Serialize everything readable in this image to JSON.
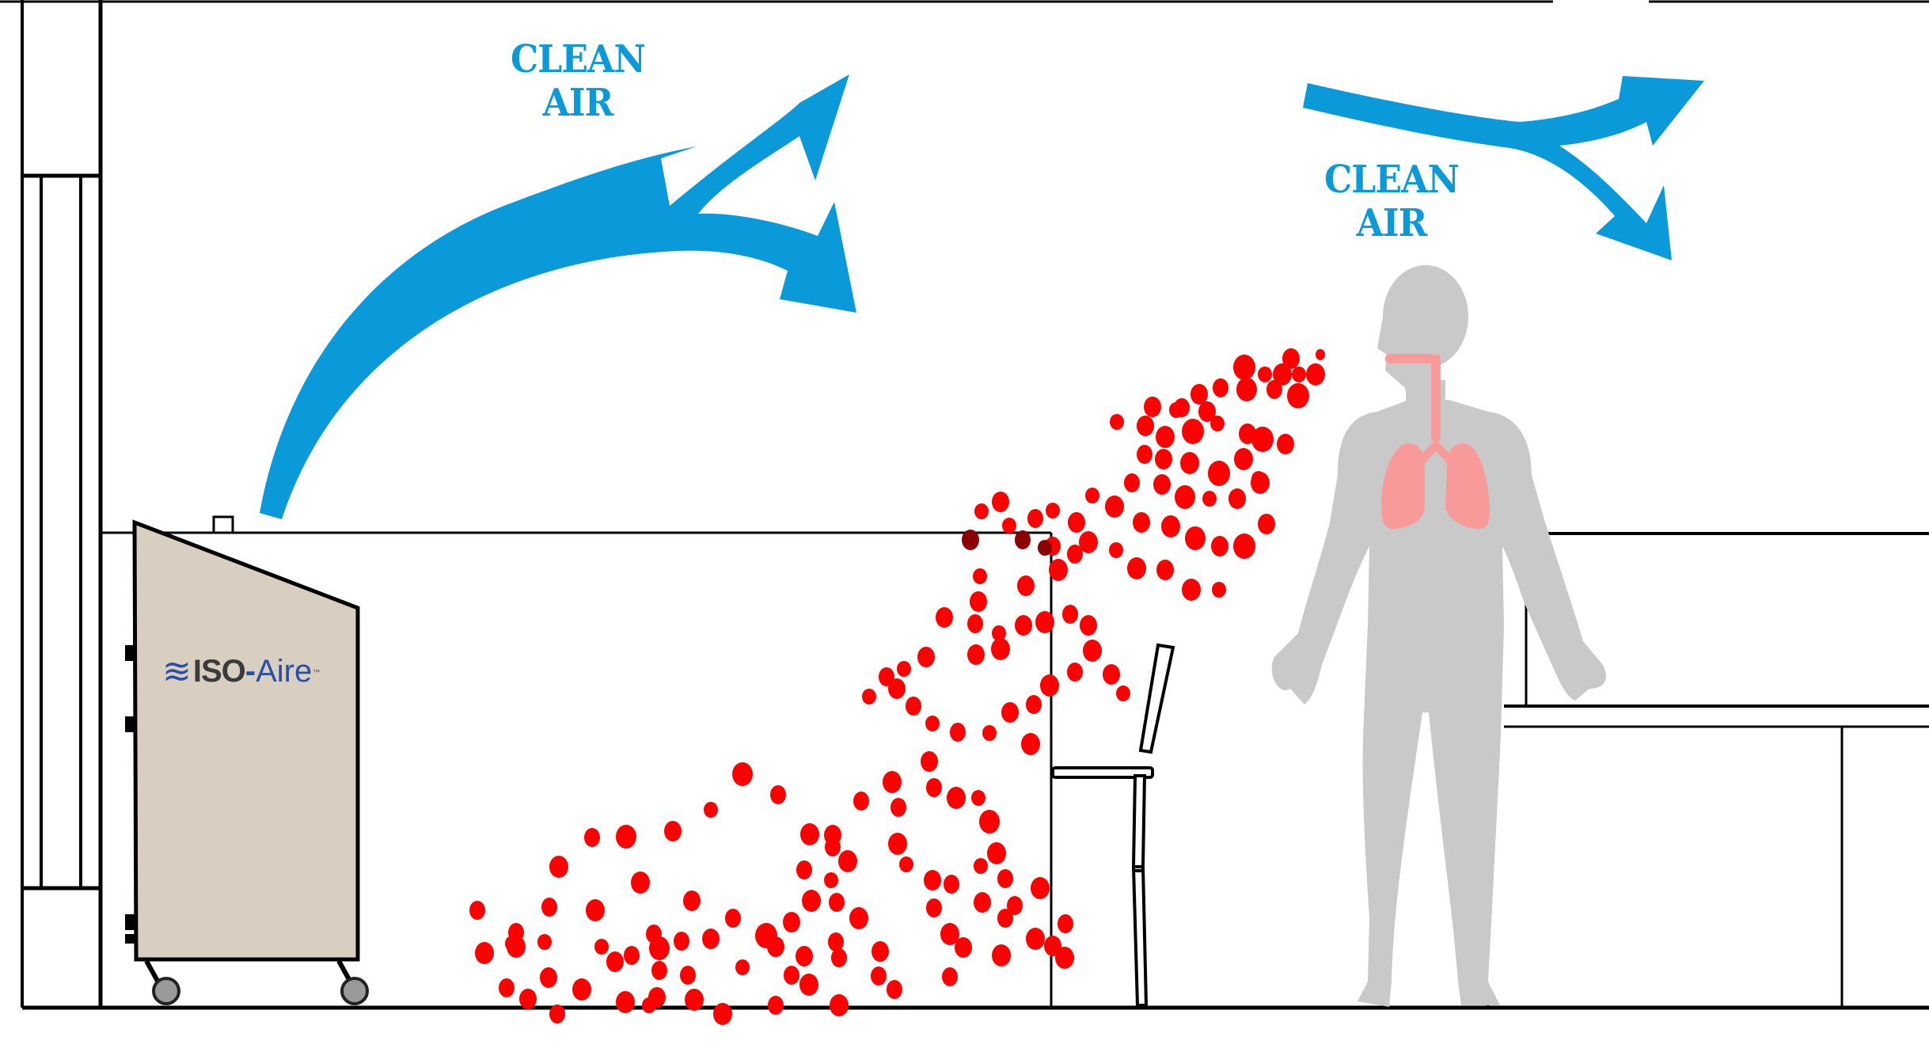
{
  "diagram": {
    "title": "ISO-Aire air purifier capturing exhaled droplets",
    "colors": {
      "airflow": "#0a9ad9",
      "droplet": "#ff0000",
      "droplet_dark": "#8b0000",
      "person": "#c9c9c9",
      "lungs": "#f99a9a",
      "unit_body": "#d9cfc0",
      "line": "#000000",
      "brand_blue": "#2a4ea0",
      "brand_gray": "#3b3b3b"
    },
    "labels": {
      "left": {
        "line1": "CLEAN",
        "line2": "AIR"
      },
      "right": {
        "line1": "CLEAN",
        "line2": "AIR"
      }
    },
    "unit": {
      "brand_waves": "≋",
      "brand_iso": "ISO",
      "brand_dash": "-",
      "brand_aire": "Aire",
      "brand_tm": "™"
    },
    "droplets": [
      [
        1572,
        464,
        14
      ],
      [
        1598,
        473,
        9
      ],
      [
        1620,
        473,
        12
      ],
      [
        1641,
        473,
        9
      ],
      [
        1662,
        473,
        12
      ],
      [
        1631,
        453,
        11
      ],
      [
        1668,
        448,
        6
      ],
      [
        1515,
        498,
        11
      ],
      [
        1542,
        490,
        10
      ],
      [
        1575,
        492,
        13
      ],
      [
        1610,
        492,
        10
      ],
      [
        1640,
        500,
        14
      ],
      [
        1493,
        515,
        10
      ],
      [
        1525,
        520,
        11
      ],
      [
        1456,
        514,
        11
      ],
      [
        1486,
        518,
        9
      ],
      [
        1447,
        538,
        11
      ],
      [
        1472,
        552,
        12
      ],
      [
        1507,
        545,
        14
      ],
      [
        1538,
        535,
        9
      ],
      [
        1576,
        548,
        11
      ],
      [
        1595,
        555,
        14
      ],
      [
        1624,
        561,
        11
      ],
      [
        1411,
        533,
        9
      ],
      [
        1446,
        574,
        10
      ],
      [
        1470,
        580,
        11
      ],
      [
        1503,
        585,
        12
      ],
      [
        1540,
        598,
        14
      ],
      [
        1571,
        580,
        12
      ],
      [
        1590,
        605,
        9
      ],
      [
        1430,
        610,
        10
      ],
      [
        1468,
        612,
        11
      ],
      [
        1497,
        628,
        13
      ],
      [
        1528,
        630,
        9
      ],
      [
        1563,
        630,
        11
      ],
      [
        1592,
        610,
        12
      ],
      [
        1380,
        626,
        9
      ],
      [
        1408,
        640,
        12
      ],
      [
        1442,
        660,
        11
      ],
      [
        1479,
        665,
        12
      ],
      [
        1510,
        680,
        13
      ],
      [
        1541,
        690,
        11
      ],
      [
        1572,
        690,
        14
      ],
      [
        1600,
        662,
        11
      ],
      [
        1330,
        645,
        9
      ],
      [
        1360,
        660,
        11
      ],
      [
        1375,
        685,
        12
      ],
      [
        1410,
        695,
        9
      ],
      [
        1436,
        718,
        12
      ],
      [
        1472,
        720,
        11
      ],
      [
        1505,
        745,
        12
      ],
      [
        1540,
        745,
        9
      ],
      [
        1358,
        700,
        10
      ],
      [
        1330,
        690,
        10
      ],
      [
        1296,
        740,
        11
      ],
      [
        1337,
        720,
        12
      ],
      [
        1240,
        646,
        9
      ],
      [
        1264,
        634,
        11
      ],
      [
        1275,
        664,
        9
      ],
      [
        1308,
        655,
        10
      ],
      [
        1238,
        728,
        9
      ],
      [
        1236,
        760,
        11
      ],
      [
        1262,
        800,
        9
      ],
      [
        1232,
        788,
        10
      ],
      [
        1193,
        780,
        11
      ],
      [
        1170,
        830,
        11
      ],
      [
        1142,
        845,
        9
      ],
      [
        1120,
        855,
        10
      ],
      [
        1098,
        880,
        9
      ],
      [
        1233,
        827,
        11
      ],
      [
        1264,
        820,
        12
      ],
      [
        1293,
        790,
        11
      ],
      [
        1320,
        786,
        12
      ],
      [
        1352,
        776,
        10
      ],
      [
        1375,
        790,
        11
      ],
      [
        1380,
        822,
        12
      ],
      [
        1404,
        852,
        11
      ],
      [
        1419,
        876,
        9
      ],
      [
        1358,
        849,
        10
      ],
      [
        1326,
        866,
        12
      ],
      [
        1306,
        890,
        10
      ],
      [
        1276,
        900,
        11
      ],
      [
        1302,
        940,
        12
      ],
      [
        1250,
        926,
        9
      ],
      [
        1210,
        925,
        10
      ],
      [
        1178,
        914,
        9
      ],
      [
        1154,
        892,
        10
      ],
      [
        1133,
        870,
        11
      ],
      [
        1174,
        962,
        11
      ],
      [
        1127,
        988,
        12
      ],
      [
        1088,
        1012,
        10
      ],
      [
        1023,
        1054,
        12
      ],
      [
        1052,
        1055,
        11
      ],
      [
        1071,
        1088,
        12
      ],
      [
        1016,
        1099,
        10
      ],
      [
        1050,
        1112,
        9
      ],
      [
        1025,
        1138,
        12
      ],
      [
        1134,
        1066,
        12
      ],
      [
        1145,
        1092,
        9
      ],
      [
        1178,
        1112,
        11
      ],
      [
        1180,
        1147,
        10
      ],
      [
        1202,
        1117,
        10
      ],
      [
        1239,
        1094,
        9
      ],
      [
        1259,
        1078,
        12
      ],
      [
        1241,
        1140,
        11
      ],
      [
        1270,
        1160,
        10
      ],
      [
        1308,
        1186,
        12
      ],
      [
        1330,
        1195,
        11
      ],
      [
        1346,
        1167,
        10
      ],
      [
        1345,
        1210,
        12
      ],
      [
        1265,
        1207,
        12
      ],
      [
        1217,
        1197,
        11
      ],
      [
        1200,
        1234,
        10
      ],
      [
        1112,
        1202,
        11
      ],
      [
        1056,
        1190,
        10
      ],
      [
        1085,
        1160,
        12
      ],
      [
        1057,
        1140,
        10
      ],
      [
        1000,
        1165,
        11
      ],
      [
        1052,
        1070,
        10
      ],
      [
        1208,
        1008,
        12
      ],
      [
        1250,
        1038,
        13
      ],
      [
        1236,
        1008,
        9
      ],
      [
        1180,
        995,
        10
      ],
      [
        1135,
        1020,
        10
      ],
      [
        983,
        1004,
        10
      ],
      [
        938,
        978,
        13
      ],
      [
        898,
        1023,
        9
      ],
      [
        850,
        1050,
        11
      ],
      [
        791,
        1057,
        13
      ],
      [
        748,
        1058,
        10
      ],
      [
        706,
        1095,
        12
      ],
      [
        694,
        1146,
        10
      ],
      [
        752,
        1150,
        12
      ],
      [
        809,
        1115,
        12
      ],
      [
        874,
        1138,
        11
      ],
      [
        926,
        1160,
        10
      ],
      [
        968,
        1182,
        14
      ],
      [
        1016,
        1208,
        11
      ],
      [
        938,
        1222,
        9
      ],
      [
        861,
        1189,
        10
      ],
      [
        826,
        1180,
        10
      ],
      [
        798,
        1207,
        10
      ],
      [
        760,
        1196,
        9
      ],
      [
        735,
        1250,
        12
      ],
      [
        693,
        1235,
        11
      ],
      [
        652,
        1196,
        12
      ],
      [
        603,
        1150,
        10
      ],
      [
        612,
        1204,
        12
      ],
      [
        640,
        1248,
        10
      ],
      [
        667,
        1262,
        11
      ],
      [
        647,
        1192,
        9
      ],
      [
        688,
        1190,
        9
      ],
      [
        652,
        1178,
        10
      ],
      [
        704,
        1281,
        10
      ],
      [
        777,
        1215,
        11
      ],
      [
        790,
        1266,
        12
      ],
      [
        833,
        1198,
        13
      ],
      [
        833,
        1226,
        10
      ],
      [
        830,
        1260,
        11
      ],
      [
        877,
        1263,
        12
      ],
      [
        898,
        1186,
        11
      ],
      [
        980,
        1196,
        11
      ],
      [
        1000,
        1232,
        10
      ],
      [
        1060,
        1210,
        10
      ],
      [
        1110,
        1233,
        10
      ],
      [
        1022,
        1244,
        12
      ],
      [
        913,
        1281,
        12
      ],
      [
        869,
        1232,
        10
      ],
      [
        820,
        1270,
        9
      ],
      [
        980,
        1270,
        10
      ],
      [
        1060,
        1270,
        12
      ],
      [
        1130,
        1250,
        10
      ],
      [
        1200,
        1180,
        12
      ],
      [
        1282,
        1144,
        10
      ],
      [
        1314,
        1122,
        12
      ],
      [
        1270,
        1110,
        10
      ]
    ],
    "dark_droplets": [
      [
        1226,
        682,
        11
      ],
      [
        1292,
        682,
        10
      ],
      [
        1320,
        692,
        9
      ]
    ]
  }
}
